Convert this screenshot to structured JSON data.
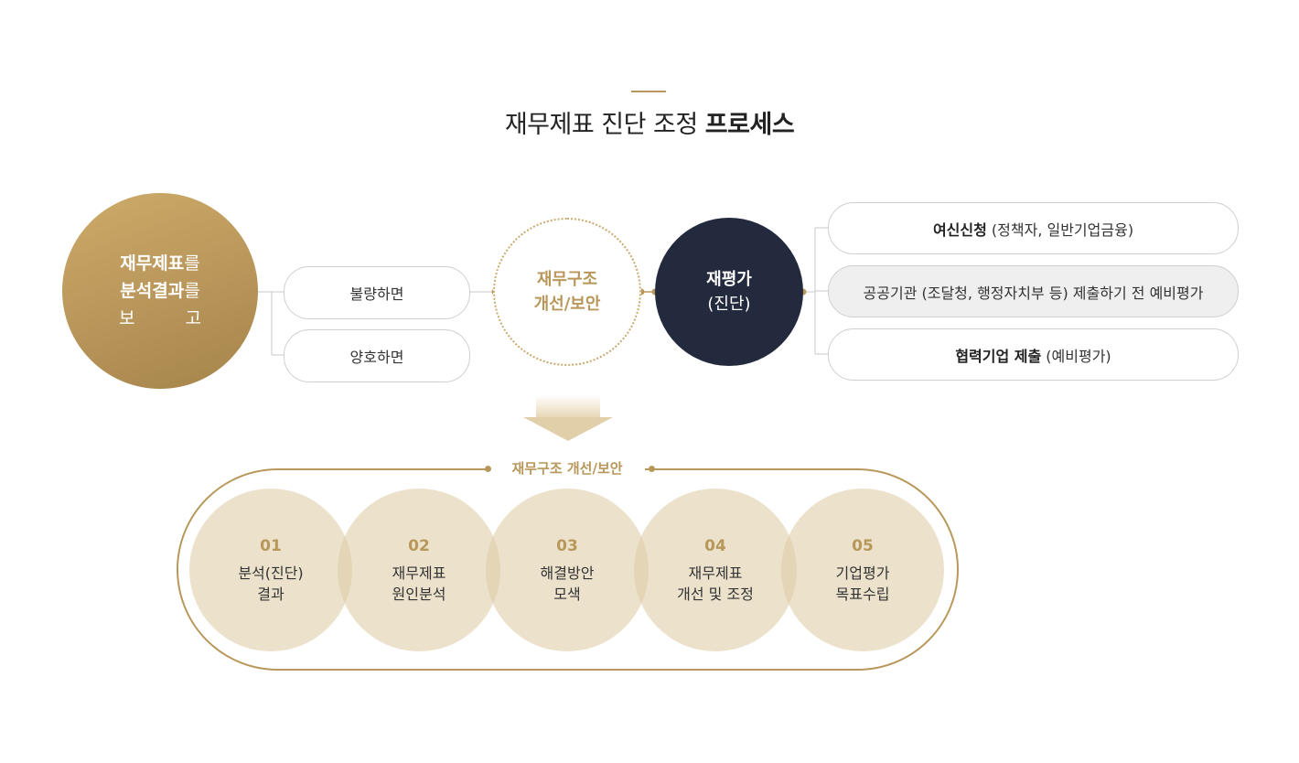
{
  "title": {
    "normal": "재무제표 진단 조정",
    "bold": "프로세스"
  },
  "start_circle": {
    "line1_bold": "재무제표",
    "line1_rest": "를",
    "line2_bold": "분석결과",
    "line2_rest": "를",
    "line3_a": "보",
    "line3_b": "고"
  },
  "branches": {
    "bad": "불량하면",
    "good": "양호하면"
  },
  "improve_circle": {
    "line1": "재무구조",
    "line2": "개선/보안"
  },
  "reeval_circle": {
    "line1": "재평가",
    "line2": "(진단)"
  },
  "outcomes": [
    {
      "bold": "여신신청",
      "rest": "(정책자, 일반기업금융)"
    },
    {
      "bold": "",
      "rest": "공공기관 (조달청, 행정자치부 등) 제출하기 전 예비평가"
    },
    {
      "bold": "협력기업 제출",
      "rest": "(예비평가)"
    }
  ],
  "bottom_label": "재무구조 개선/보안",
  "steps": [
    {
      "num": "01",
      "line1": "분석(진단)",
      "line2": "결과"
    },
    {
      "num": "02",
      "line1": "재무제표",
      "line2": "원인분석"
    },
    {
      "num": "03",
      "line1": "해결방안",
      "line2": "모색"
    },
    {
      "num": "04",
      "line1": "재무제표",
      "line2": "개선 및 조정"
    },
    {
      "num": "05",
      "line1": "기업평가",
      "line2": "목표수립"
    }
  ],
  "colors": {
    "gold": "#b8985a",
    "navy": "#242a3d",
    "step_fill": "#e8dfc9"
  }
}
